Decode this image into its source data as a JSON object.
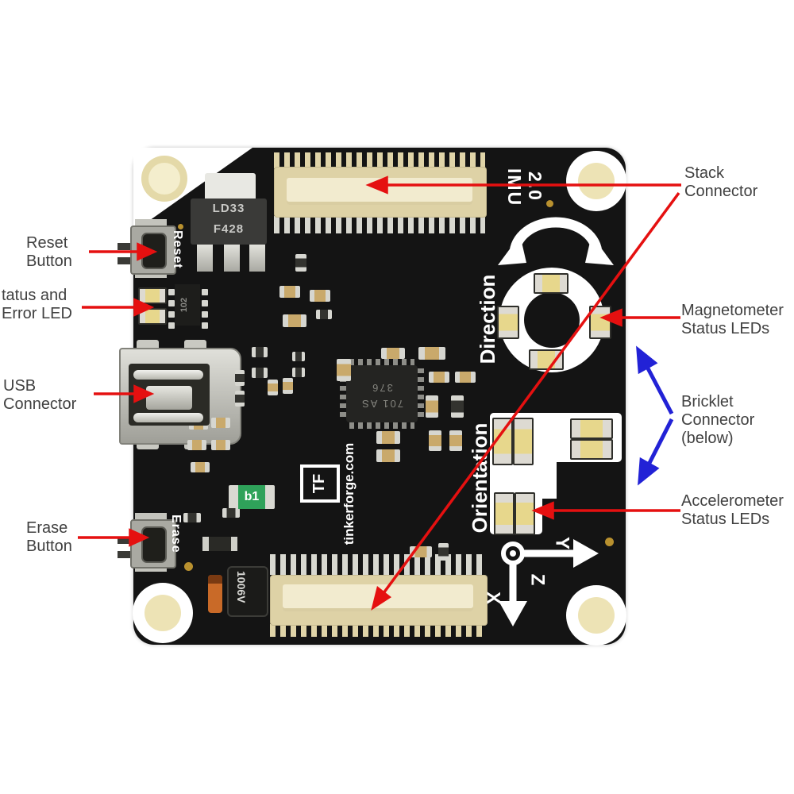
{
  "callouts": {
    "reset_button": {
      "line1": "Reset",
      "line2": "Button"
    },
    "status_error_led": {
      "line1": "tatus and",
      "line2": "Error LED"
    },
    "usb_connector": {
      "line1": "USB",
      "line2": "Connector"
    },
    "erase_button": {
      "line1": "Erase",
      "line2": "Button"
    },
    "stack_connector": {
      "line1": "Stack",
      "line2": "Connector"
    },
    "magnetometer_leds": {
      "line1": "Magnetometer",
      "line2": "Status LEDs"
    },
    "bricklet_connector": {
      "line1": "Bricklet",
      "line2": "Connector",
      "line3": "(below)"
    },
    "accelerometer_leds": {
      "line1": "Accelerometer",
      "line2": "Status LEDs"
    }
  },
  "board_silkscreen": {
    "product_line1": "IMU",
    "product_line2": "2.0",
    "direction": "Direction",
    "orientation": "Orientation",
    "website": "tinkerforge.com",
    "logo": "TF",
    "reset": "Reset",
    "erase": "Erase",
    "axis_x": "X",
    "axis_y": "Y",
    "axis_z": "Z"
  },
  "component_markings": {
    "regulator_line1": "LD33",
    "regulator_line2": "F428",
    "fuse": "b1",
    "capacitor_line1": "100",
    "capacitor_line2": "6V",
    "small_ic": "102",
    "main_chip_line1": "701 AS",
    "main_chip_line2": "376"
  },
  "colors": {
    "annotation_red": "#e51010",
    "annotation_blue": "#2222d6",
    "board_black": "#141414",
    "connector_beige": "#ded2a6",
    "label_text": "#414141"
  }
}
